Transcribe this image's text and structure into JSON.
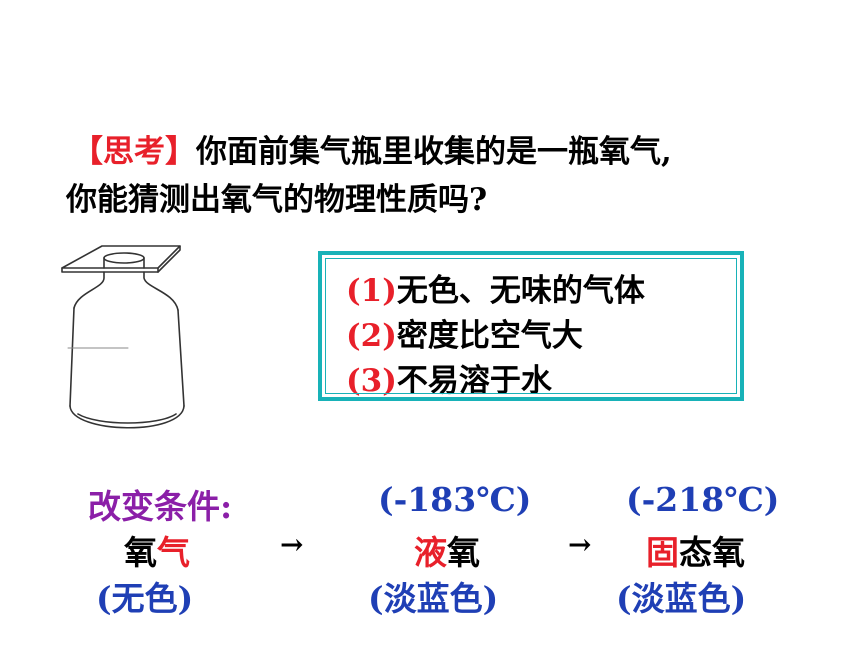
{
  "question": {
    "tag": "【思考】",
    "line1": "你面前集气瓶里收集的是一瓶氧气,",
    "line2": "你能猜测出氧气的物理性质吗?"
  },
  "properties": [
    {
      "num": "(1)",
      "text": "无色、无味的气体"
    },
    {
      "num": "(2)",
      "text": "密度比空气大"
    },
    {
      "num": "(3)",
      "text": "不易溶于水"
    }
  ],
  "change": {
    "label": "改变条件:",
    "arrow": "→",
    "stages": [
      {
        "temp": "",
        "prefix": "氧",
        "highlight": "气",
        "suffix": "",
        "color": "(无色)"
      },
      {
        "temp": "(-183℃)",
        "prefix": "",
        "highlight": "液",
        "suffix": "氧",
        "color": "(淡蓝色)"
      },
      {
        "temp": "(-218℃)",
        "prefix": "",
        "highlight": "固",
        "suffix": "态氧",
        "color": "(淡蓝色)"
      }
    ]
  }
}
